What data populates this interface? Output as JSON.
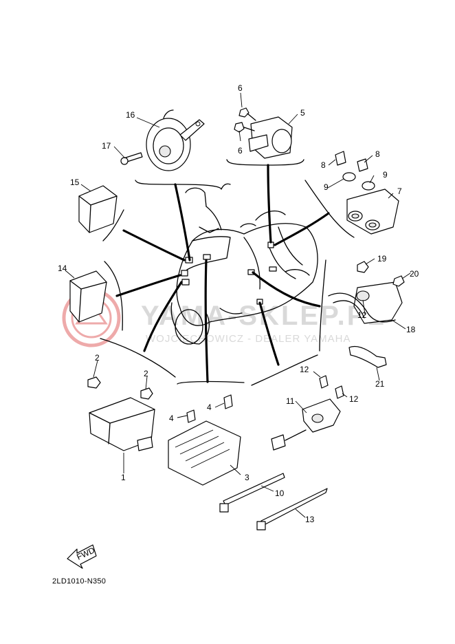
{
  "diagram_code": "2LD1010-N350",
  "fwd_label": "FWD",
  "watermark": {
    "title": "YAMA-SKLEP.PL",
    "subtitle": "WOJCIECHOWICZ - DEALER YAMAHA",
    "logo_color": "#e88a8a"
  },
  "callouts": {
    "c1": "1",
    "c2a": "2",
    "c2b": "2",
    "c3": "3",
    "c4a": "4",
    "c4b": "4",
    "c5": "5",
    "c6a": "6",
    "c6b": "6",
    "c7": "7",
    "c8a": "8",
    "c8b": "8",
    "c9a": "9",
    "c9b": "9",
    "c10": "10",
    "c11": "11",
    "c12a": "12",
    "c12b": "12",
    "c13": "13",
    "c14": "14",
    "c15": "15",
    "c16": "16",
    "c17": "17",
    "c18": "18",
    "c19": "19",
    "c20": "20",
    "c21": "21"
  }
}
